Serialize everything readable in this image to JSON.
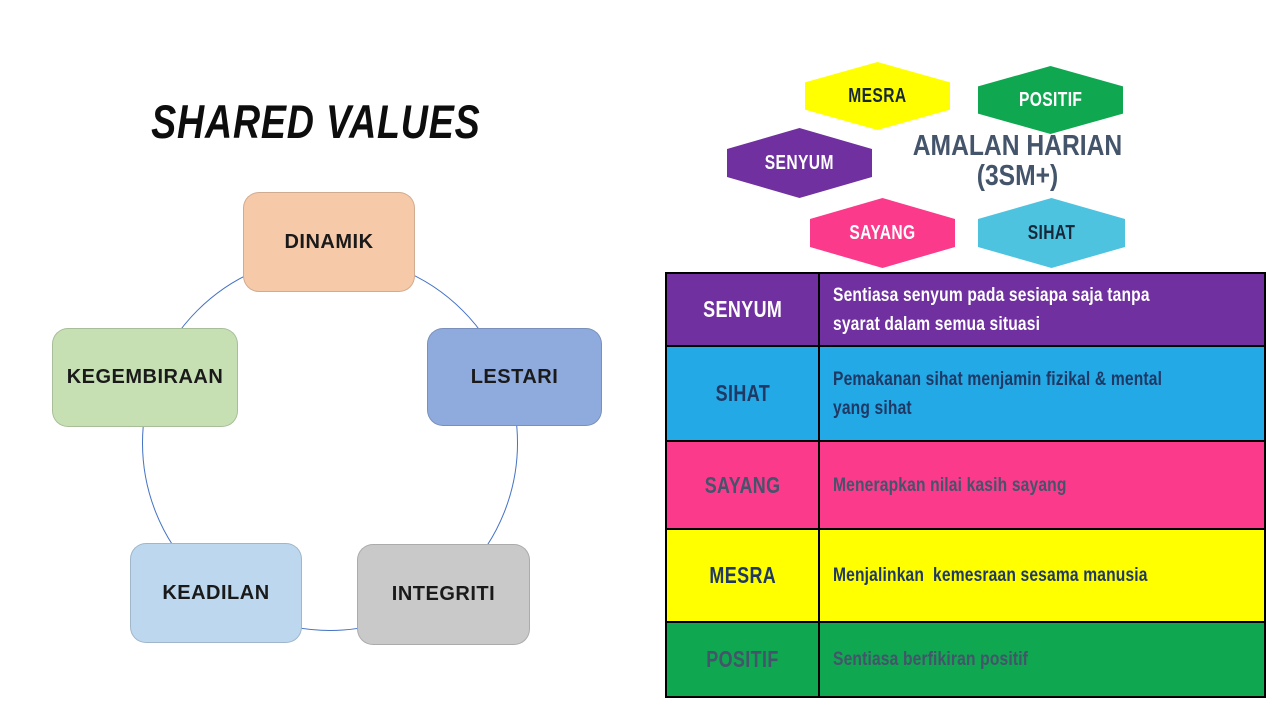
{
  "left_panel": {
    "title": "SHARED VALUES",
    "circle_color": "#4472C4",
    "values": [
      {
        "label": "DINAMIK",
        "color": "#F6C9A9"
      },
      {
        "label": "LESTARI",
        "color": "#8FAADC"
      },
      {
        "label": "INTEGRITI",
        "color": "#C9C9C9"
      },
      {
        "label": "KEADILAN",
        "color": "#BDD7EE"
      },
      {
        "label": "KEGEMBIRAAN",
        "color": "#C6E0B4"
      }
    ]
  },
  "right_panel": {
    "title_line1": "AMALAN HARIAN",
    "title_line2": "(3SM+)",
    "title_color": "#44546A",
    "hexagons": [
      {
        "label": "MESRA",
        "color": "#FFFF00",
        "text_color": "#16283A"
      },
      {
        "label": "POSITIF",
        "color": "#10A751",
        "text_color": "#FFFFFF"
      },
      {
        "label": "SENYUM",
        "color": "#7030A0",
        "text_color": "#FFFFFF"
      },
      {
        "label": "SAYANG",
        "color": "#FB3A8C",
        "text_color": "#FFFFFF"
      },
      {
        "label": "SIHAT",
        "color": "#4EC3E0",
        "text_color": "#16283A"
      }
    ],
    "table": {
      "rows": [
        {
          "label": "SENYUM",
          "description": "Sentiasa senyum pada sesiapa saja tanpa syarat dalam semua situasi",
          "bg": "#7030A0",
          "label_color": "#FFFFFF",
          "desc_color": "#FFFFFF"
        },
        {
          "label": "SIHAT",
          "description": "Pemakanan sihat menjamin fizikal & mental yang sihat",
          "bg": "#22A9E6",
          "label_color": "#1F3864",
          "desc_color": "#1F3864"
        },
        {
          "label": "SAYANG",
          "description": "Menerapkan nilai kasih sayang",
          "bg": "#FB3A8C",
          "label_color": "#44546A",
          "desc_color": "#44546A"
        },
        {
          "label": "MESRA",
          "description": "Menjalinkan  kemesraan sesama manusia",
          "bg": "#FFFF00",
          "label_color": "#1F3864",
          "desc_color": "#1F3864"
        },
        {
          "label": "POSITIF",
          "description": "Sentiasa berfikiran positif",
          "bg": "#10A751",
          "label_color": "#44546A",
          "desc_color": "#44546A"
        }
      ]
    }
  }
}
